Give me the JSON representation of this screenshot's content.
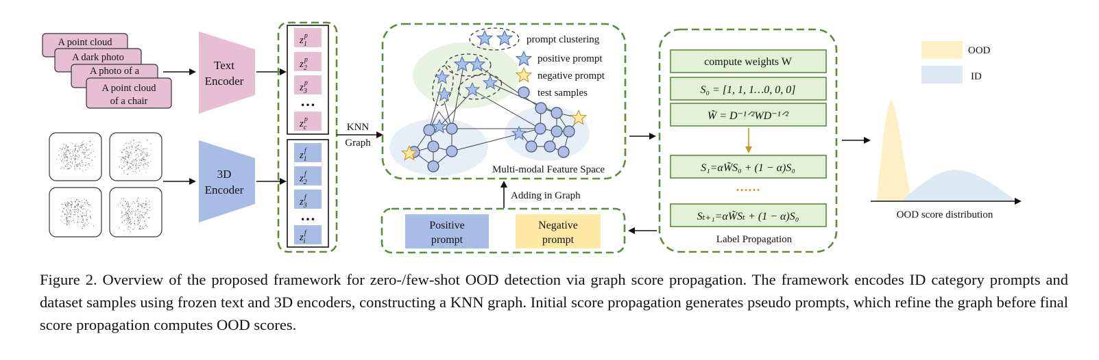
{
  "prompts": [
    "A point cloud",
    "A dark photo",
    "A photo of a",
    "A point cloud",
    "of a chair"
  ],
  "text_encoder": [
    "Text",
    "Encoder"
  ],
  "encoder_3d": [
    "3D",
    "Encoder"
  ],
  "text_features": [
    "z",
    "p",
    "1",
    "z",
    "p",
    "2",
    "z",
    "p",
    "3",
    "…",
    "z",
    "p",
    "c"
  ],
  "point_features": [
    "z",
    "f",
    "1",
    "z",
    "f",
    "2",
    "z",
    "f",
    "3",
    "…",
    "z",
    "f",
    "i"
  ],
  "knn": [
    "KNN",
    "Graph"
  ],
  "legend": {
    "clustering": "prompt clustering",
    "positive": "positive prompt",
    "negative": "negative prompt",
    "test": "test samples"
  },
  "feature_space_label": "Multi-modal Feature Space",
  "adding_label": "Adding in Graph",
  "pseudo": {
    "positive": [
      "Positive",
      "prompt"
    ],
    "negative": [
      "Negative",
      "prompt"
    ]
  },
  "lp": {
    "weights": "compute weights W",
    "s0": "S₀ =  [1, 1, 1…0, 0, 0]",
    "w_norm": "W̃ = D⁻¹ᐟ²WD⁻¹ᐟ²",
    "s1": "S₁=αW̃S₀ + (1 − α)S₀",
    "dots": "……",
    "st": "Sₜ₊₁=αW̃Sₜ + (1 − α)S₀",
    "label": "Label  Propagation"
  },
  "dist": {
    "ood": "OOD",
    "id": "ID",
    "label": "OOD score distribution"
  },
  "colors": {
    "pink": "#e7bfd3",
    "blue": "#a8bde6",
    "green_fill": "#e3f1d7",
    "green_border": "#5b8a3c",
    "yellow": "#fde9a4",
    "node": "#aebde3",
    "ood": "#fdf0c6",
    "id": "#dce8f4",
    "arrow_gold": "#c6951b"
  },
  "caption": "Figure 2. Overview of the proposed framework for zero-/few-shot OOD detection via graph score propagation. The framework encodes ID category prompts and dataset samples using frozen text and 3D encoders, constructing a KNN graph. Initial score propagation generates pseudo prompts, which refine the graph before final score propagation computes OOD scores."
}
